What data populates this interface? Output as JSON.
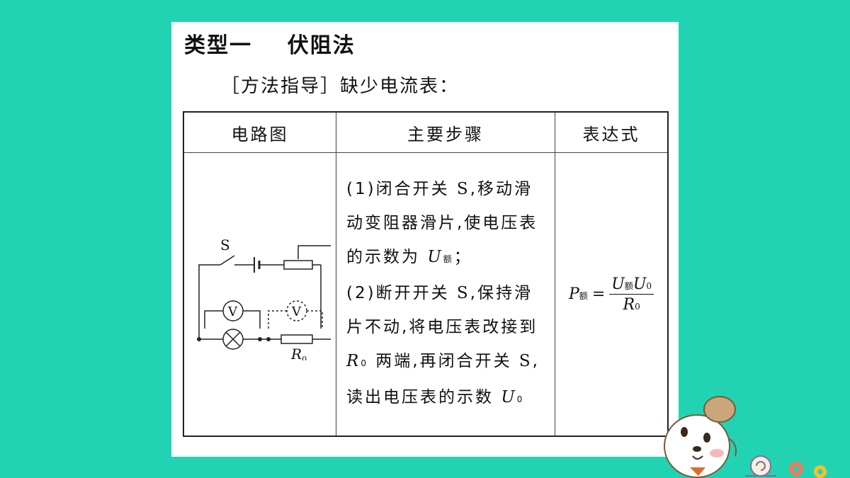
{
  "heading": {
    "label": "类型一",
    "method": "伏阻法"
  },
  "subheading": "［方法指导］缺少电流表：",
  "table": {
    "headers": [
      "电路图",
      "主要步骤",
      "表达式"
    ],
    "circuit": {
      "switch_label": "S",
      "meter_label": "V",
      "resistor_label": "R",
      "resistor_sub": "0"
    },
    "steps": {
      "s1_prefix": "(1)闭合开关 ",
      "s1_switch": "S",
      "s1_rest": ",移动滑动变阻器滑片,使电压表的示数为 ",
      "s1_var": "U",
      "s1_sub": "额",
      "s1_end": "；",
      "s2_prefix": "(2)断开开关 ",
      "s2_switch": "S",
      "s2_mid": ",保持滑片不动,将电压表改接到 ",
      "s2_r": "R",
      "s2_r_sub": "0",
      "s2_mid2": " 两端,再闭合开关 ",
      "s2_switch2": "S",
      "s2_end": ",读出电压表的示数 ",
      "s2_var": "U",
      "s2_var_sub": "0"
    },
    "expression": {
      "lhs": "P",
      "lhs_sub": "额",
      "eq": "=",
      "num1": "U",
      "num1_sub": "额",
      "num2": "U",
      "num2_sub": "0",
      "den": "R",
      "den_sub": "0"
    }
  },
  "colors": {
    "background": "#22d3b3",
    "page": "#ffffff",
    "text": "#111111"
  }
}
